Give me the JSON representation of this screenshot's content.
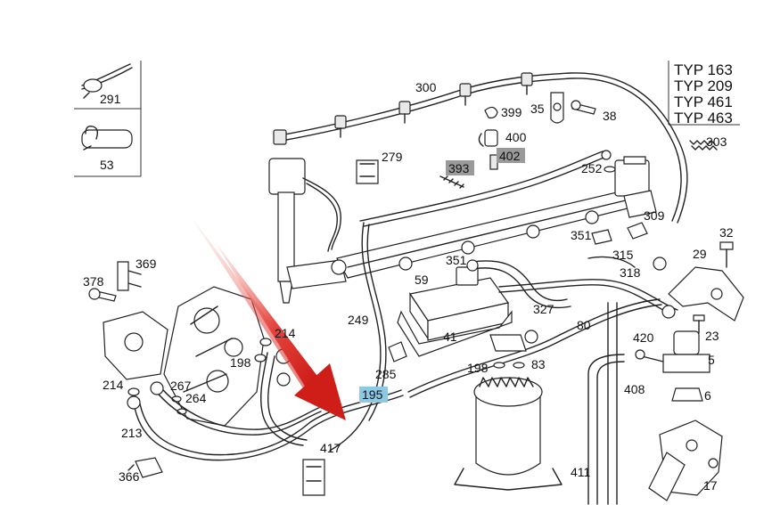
{
  "types": [
    "TYP 163",
    "TYP 209",
    "TYP 461",
    "TYP 463"
  ],
  "legend_boxes": [
    {
      "label": "291",
      "icon": "cable-tie-icon"
    },
    {
      "label": "53",
      "icon": "hose-clip-icon"
    }
  ],
  "highlighted": {
    "p393": "393",
    "p402": "402",
    "p195": "195"
  },
  "labels": {
    "p300": "300",
    "p399": "399",
    "p35": "35",
    "p38": "38",
    "p400": "400",
    "p303": "303",
    "p279": "279",
    "p252": "252",
    "p309": "309",
    "p351a": "351",
    "p32": "32",
    "p315": "315",
    "p29": "29",
    "p318": "318",
    "p351b": "351",
    "p59": "59",
    "p369": "369",
    "p378": "378",
    "p249": "249",
    "p327": "327",
    "p41": "41",
    "p80": "80",
    "p420": "420",
    "p23": "23",
    "p214a": "214",
    "p198a": "198",
    "p285": "285",
    "p198b": "198",
    "p83": "83",
    "p5": "5",
    "p214b": "214",
    "p267": "267",
    "p264": "264",
    "p408": "408",
    "p6": "6",
    "p213": "213",
    "p417": "417",
    "p411": "411",
    "p17": "17",
    "p366": "366"
  },
  "colors": {
    "arrow": "#d9231f",
    "highlight": "#8ec8e3",
    "highlight_gray": "#9a9a9a"
  }
}
